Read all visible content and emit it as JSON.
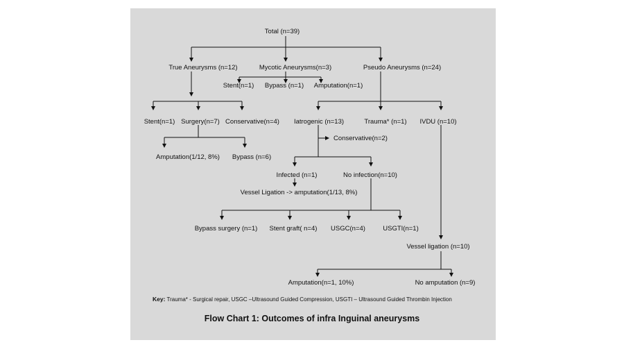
{
  "nodes": {
    "total": "Total (n=39)",
    "true_aneurysms": "True Aneurysms (n=12)",
    "mycotic_aneurysms": "Mycotic  Aneurysms(n=3)",
    "pseudo_aneurysms": "Pseudo Aneurysms (n=24)",
    "mycotic_stent": "Stent(n=1)",
    "mycotic_bypass": "Bypass (n=1)",
    "mycotic_amputation": "Amputation(n=1)",
    "true_stent": "Stent(n=1)",
    "true_surgery": "Surgery(n=7)",
    "true_conservative": "Conservative(n=4)",
    "iatrogenic": "Iatrogenic  (n=13)",
    "trauma": "Trauma* (n=1)",
    "ivdu": "IVDU (n=10)",
    "iatrogenic_conservative": "Conservative(n=2)",
    "surgery_amputation": "Amputation(1/12, 8%)",
    "surgery_bypass": "Bypass (n=6)",
    "infected": "Infected (n=1)",
    "no_infection": "No infection(n=10)",
    "vessel_ligation_amputation": "Vessel Ligation -> amputation(1/13, 8%)",
    "bypass_surgery": "Bypass surgery (n=1)",
    "stent_graft": "Stent graft( n=4)",
    "usgc": "USGC(n=4)",
    "usgti": "USGTI(n=1)",
    "ivdu_vessel_ligation": "Vessel ligation (n=10)",
    "ivdu_amputation": "Amputation(n=1, 10%)",
    "ivdu_no_amputation": "No amputation (n=9)"
  },
  "key": {
    "label": "Key:",
    "text": "Trauma* - Surgical repair, USGC –Ultrasound Guided Compression, USGTI – Ultrasound Guided Thrombin Injection"
  },
  "caption": "Flow Chart 1: Outcomes of infra Inguinal aneurysms",
  "colors": {
    "background": "#d9d9d9",
    "line": "#111111"
  }
}
